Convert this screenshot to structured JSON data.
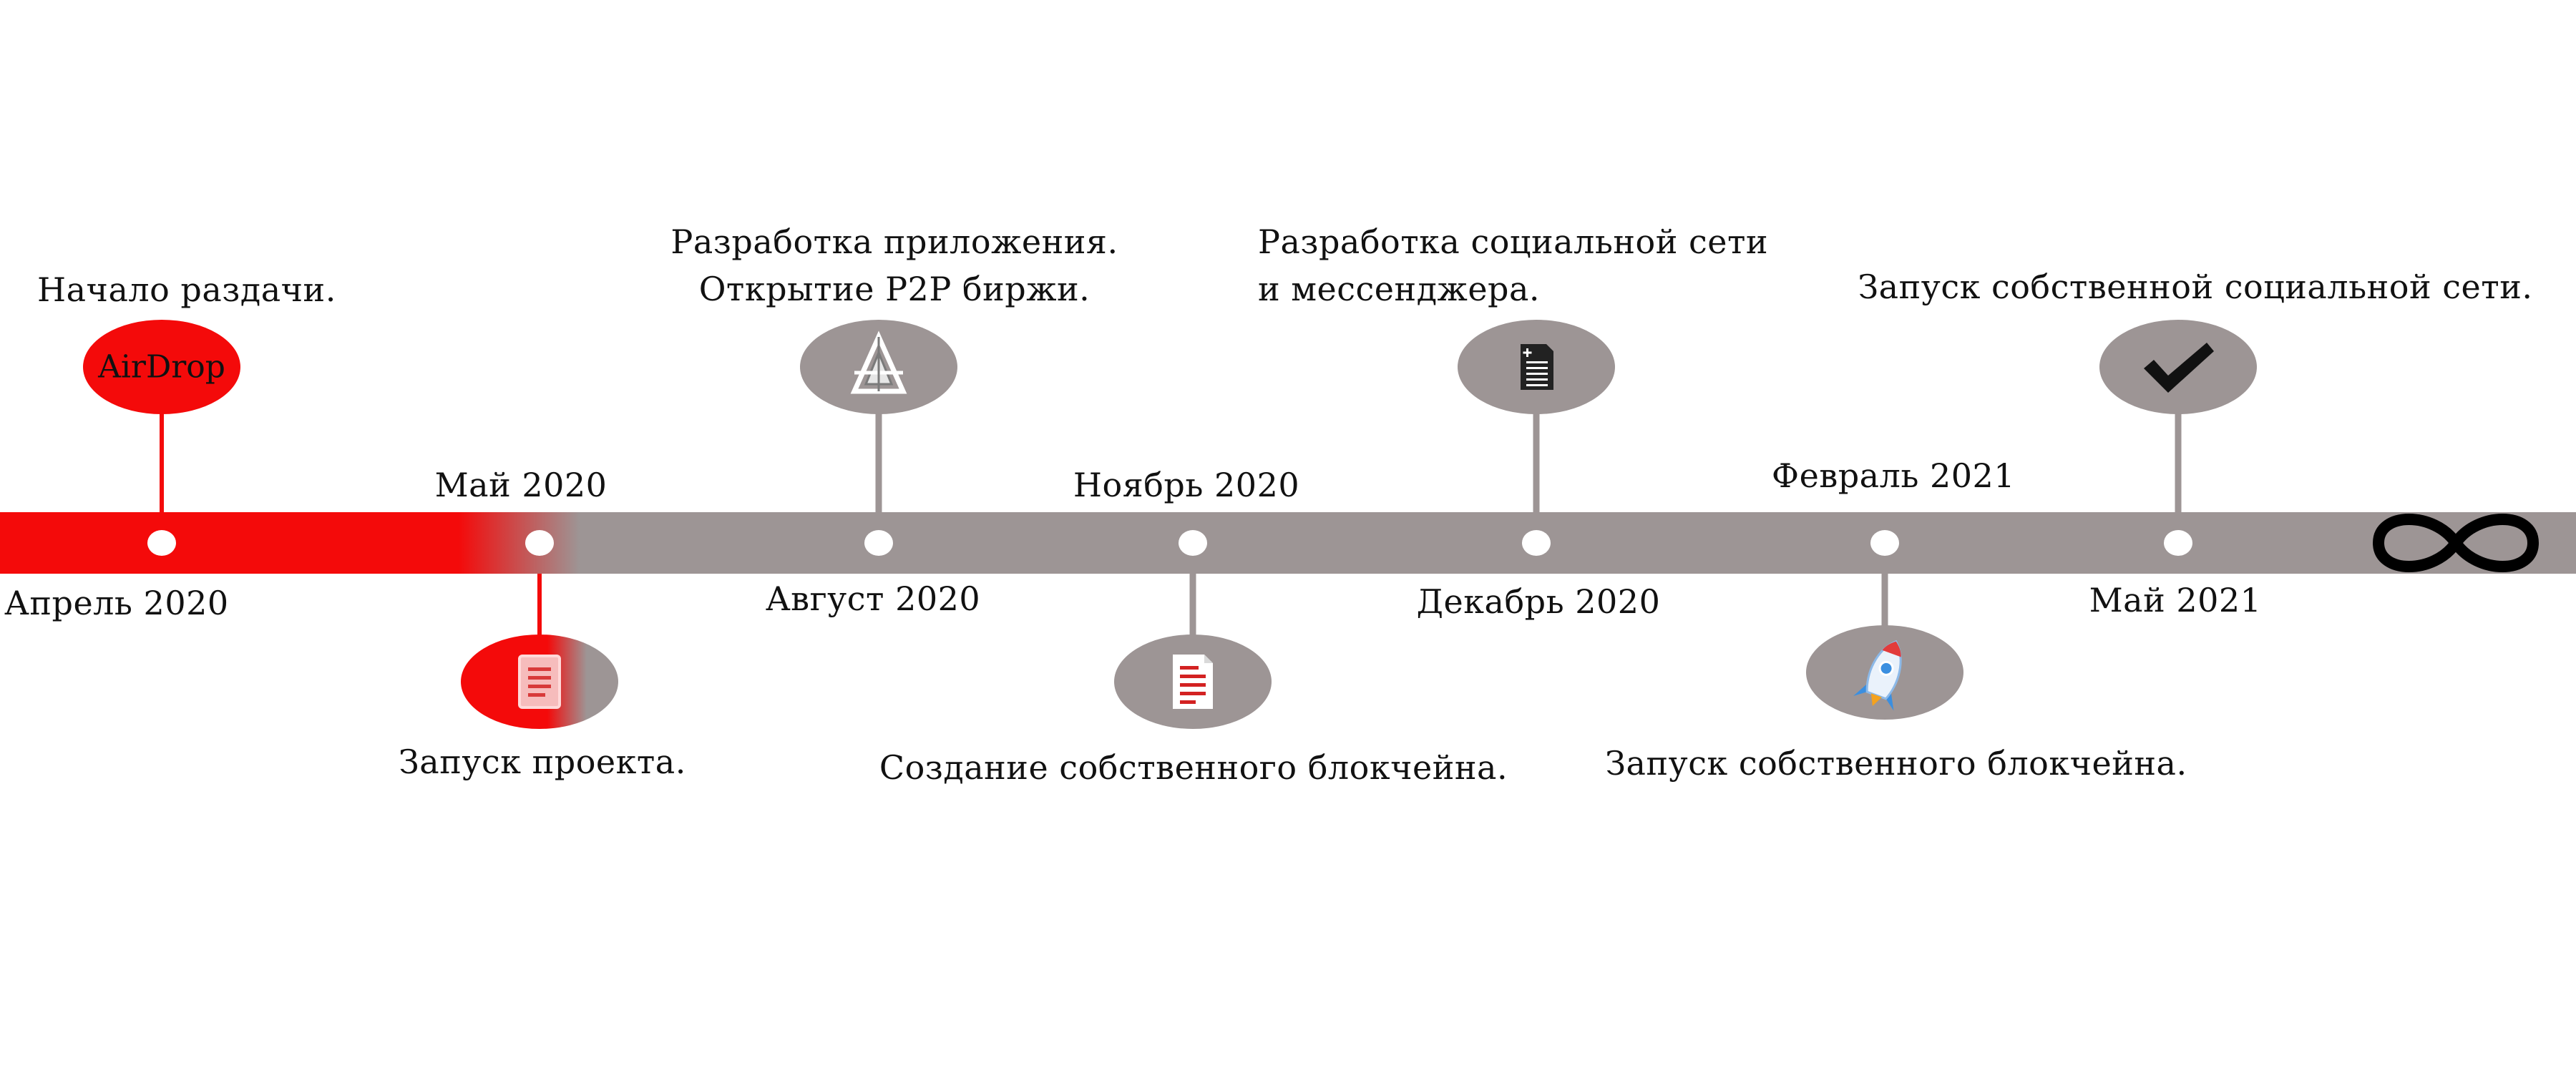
{
  "colors": {
    "accent_red": "#f40a0a",
    "bar_gray": "#9d9595",
    "node_gray": "#9d9595",
    "dot_white": "#ffffff",
    "text": "#111111"
  },
  "milestones": [
    {
      "date": "Апрель 2020",
      "description": "Начало раздачи.",
      "badge": "AirDrop",
      "icon": "airdrop-badge",
      "highlight": true
    },
    {
      "date": "Май 2020",
      "description": "Запуск проекта.",
      "icon": "document-icon",
      "highlight": true
    },
    {
      "date": "Август 2020",
      "description": "Разработка приложения.\nОткрытие P2P биржи.",
      "icon": "crypto-logo-icon",
      "highlight": false
    },
    {
      "date": "Ноябрь 2020",
      "description": "Создание собственного блокчейна.",
      "icon": "document-icon",
      "highlight": false
    },
    {
      "date": "Декабрь 2020",
      "description": "Разработка социальной сети\nи мессенджера.",
      "icon": "add-document-icon",
      "highlight": false
    },
    {
      "date": "Февраль 2021",
      "description": "Запуск собственного блокчейна.",
      "icon": "rocket-icon",
      "highlight": false
    },
    {
      "date": "Май 2021",
      "description": "Запуск собственной социальной сети.",
      "icon": "checkmark-icon",
      "highlight": false
    }
  ],
  "end_symbol": "infinity-icon"
}
